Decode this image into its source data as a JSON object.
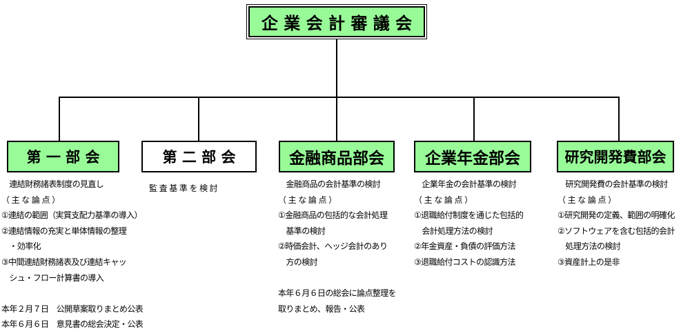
{
  "diagram": {
    "root": {
      "label": "企 業 会 計 審 議 会"
    },
    "columns": [
      {
        "box": "第 一 部 会",
        "box_style": "green",
        "lines": [
          "　連結財務諸表制度の見直し",
          "（ 主 な 論 点 ）",
          "①連結の範囲（実質支配力基準の導入）",
          "②連結情報の充実と単体情報の整理",
          "　・効率化",
          "③中間連結財務諸表及び連結キャッ",
          "　シュ・フロー計算書の導入",
          "",
          "本年２月７日　公開草案取りまとめ公表",
          "本年６月６日　意見書の総会決定・公表"
        ]
      },
      {
        "box": "第 二 部 会",
        "box_style": "white",
        "lines": [
          "監 査 基 準 を 検 討"
        ]
      },
      {
        "box": "金融商品部会",
        "box_style": "green",
        "lines": [
          "　金融商品の会計基準の検討",
          "（ 主 な 論 点 ）",
          "①金融商品の包括的な会計処理",
          "　基準の検討",
          "②時価会計、ヘッジ会計のあり",
          "　方の検討",
          "",
          "本年６月６日の総会に論点整理を",
          "取りまとめ、報告・公表"
        ]
      },
      {
        "box": "企業年金部会",
        "box_style": "green",
        "lines": [
          "　企業年金の会計基準の検討",
          "（ 主 な 論 点 ）",
          "①退職給付制度を通じた包括的",
          "　会計処理方法の検討",
          "②年金資産・負債の評価方法",
          "③退職給付コストの認識方法"
        ]
      },
      {
        "box": "研究開発費部会",
        "box_style": "green",
        "lines": [
          "　研究開発費の会計基準の検討",
          "（ 主 な 論 点 ）",
          "①研究開発の定義、範囲の明確化",
          "②ソフトウェアを含む包括的会計",
          "　処理方法の検討",
          "③資産計上の是非"
        ]
      }
    ],
    "colors": {
      "box_green": "#98FB98",
      "box_border": "#000000",
      "line_color": "#000000",
      "background": "#FFFFFF"
    }
  }
}
